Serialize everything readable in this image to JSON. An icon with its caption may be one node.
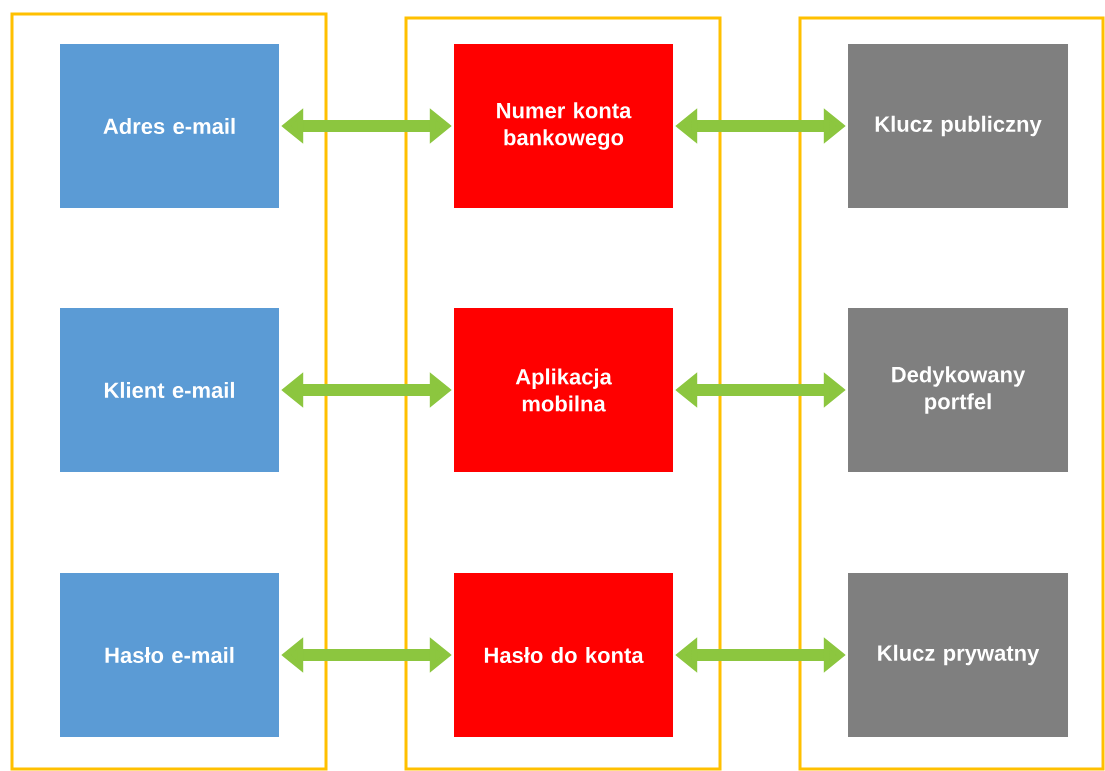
{
  "diagram": {
    "nodes": [
      {
        "text": [],
        "shape": "box"
      },
      {
        "text": [
          "Adres e-mail"
        ],
        "in": 0
      },
      {
        "text": [
          "Klient e-mail"
        ],
        "in": 0
      },
      {
        "text": [
          "Hasło e-mail"
        ],
        "in": 0
      },
      {
        "text": [],
        "shape": "box"
      },
      {
        "text": [
          "Numer konta bankowego"
        ],
        "in": 4
      },
      {
        "text": [
          "Aplikacja mobilna"
        ],
        "in": 4
      },
      {
        "text": [
          "Hasło do konta"
        ],
        "in": 4
      },
      {
        "text": [],
        "shape": "box"
      },
      {
        "text": [
          "Klucz publiczny"
        ],
        "in": 8
      },
      {
        "text": [
          "Dedykowany portfel"
        ],
        "in": 8
      },
      {
        "text": [
          "Klucz prywatny"
        ],
        "in": 8
      }
    ],
    "edges": [
      {
        "from": 1,
        "to": 5,
        "arrow": "both"
      },
      {
        "from": 5,
        "to": 9,
        "arrow": "both"
      },
      {
        "from": 2,
        "to": 6,
        "arrow": "both"
      },
      {
        "from": 6,
        "to": 10,
        "arrow": "both"
      },
      {
        "from": 3,
        "to": 7,
        "arrow": "both"
      },
      {
        "from": 7,
        "to": 11,
        "arrow": "both"
      }
    ]
  }
}
